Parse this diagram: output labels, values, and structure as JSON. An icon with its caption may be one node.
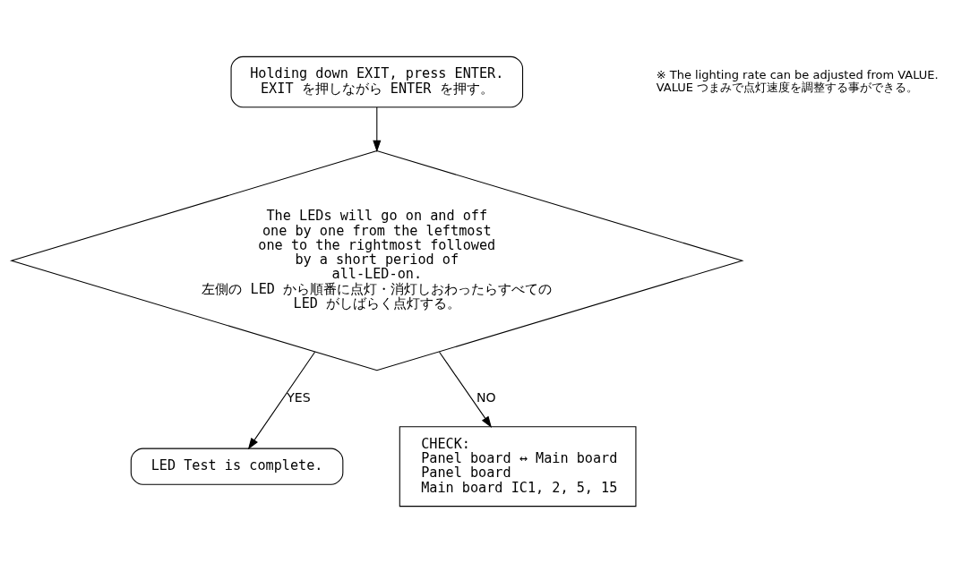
{
  "diagram": {
    "nodes": [
      {
        "text": [
          "Holding down EXIT, press ENTER.",
          "EXIT を押しながら ENTER を押す。"
        ]
      },
      {
        "text": [
          "The LEDs will go on and off one by one from the leftmost one to the rightmost followed by a short period of all-LED-on.",
          "左側の LED から順番に点灯・消灯しおわったらすべての LED がしばらく点灯する。"
        ]
      },
      {
        "text": [
          "LED Test is complete."
        ]
      },
      {
        "text": [
          "CHECK:",
          "Panel board ↔ Main board",
          "Panel board",
          "Main board IC1, 2, 5, 15"
        ]
      }
    ],
    "edges": [
      {
        "from": 0,
        "to": 1,
        "arrow": "to"
      },
      {
        "from": 1,
        "to": 2,
        "arrow": "to",
        "label": "YES"
      },
      {
        "from": 1,
        "to": 3,
        "arrow": "to",
        "label": "NO"
      }
    ],
    "labels": [
      "※ The lighting rate can be adjusted from VALUE.",
      "VALUE つまみで点灯速度を調整する事ができる。"
    ]
  }
}
